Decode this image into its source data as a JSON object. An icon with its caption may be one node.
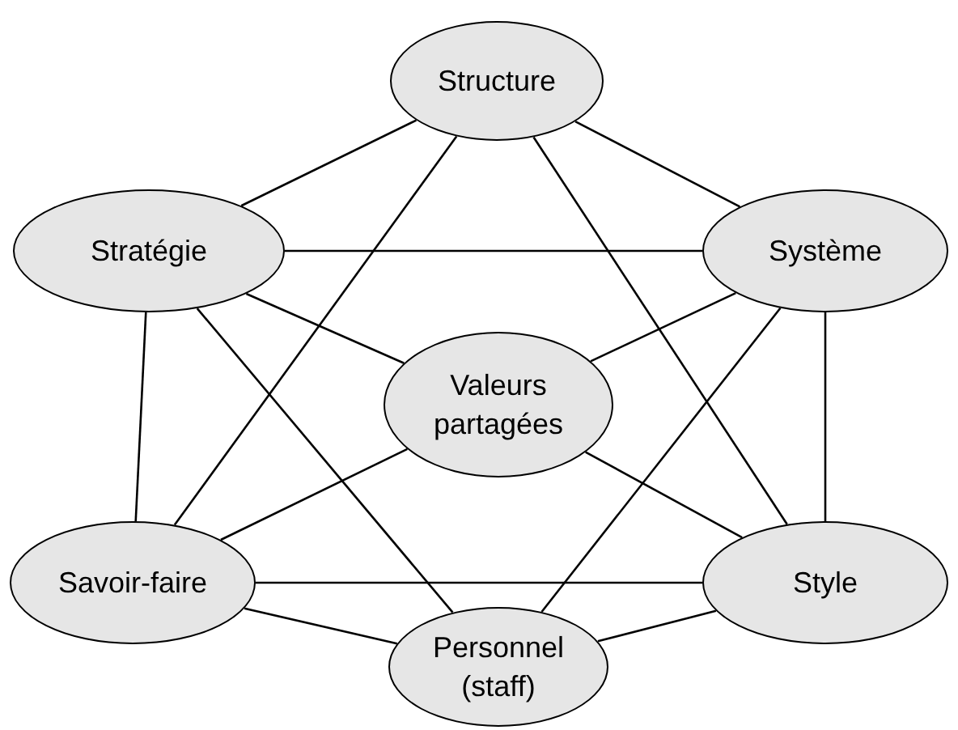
{
  "diagram": {
    "nodes": [
      {
        "text": [
          "Structure"
        ]
      },
      {
        "text": [
          "Stratégie"
        ]
      },
      {
        "text": [
          "Système"
        ]
      },
      {
        "text": [
          "Valeurs partagées"
        ]
      },
      {
        "text": [
          "Savoir-faire"
        ]
      },
      {
        "text": [
          "Style"
        ]
      },
      {
        "text": [
          "Personnel (staff)"
        ]
      }
    ],
    "edges": [
      {
        "from": 0,
        "to": 1,
        "arrow": "none"
      },
      {
        "from": 0,
        "to": 2,
        "arrow": "none"
      },
      {
        "from": 0,
        "to": 4,
        "arrow": "none"
      },
      {
        "from": 0,
        "to": 5,
        "arrow": "none"
      },
      {
        "from": 1,
        "to": 2,
        "arrow": "none"
      },
      {
        "from": 1,
        "to": 4,
        "arrow": "none"
      },
      {
        "from": 1,
        "to": 3,
        "arrow": "none"
      },
      {
        "from": 1,
        "to": 6,
        "arrow": "none"
      },
      {
        "from": 2,
        "to": 3,
        "arrow": "none"
      },
      {
        "from": 2,
        "to": 5,
        "arrow": "none"
      },
      {
        "from": 2,
        "to": 6,
        "arrow": "none"
      },
      {
        "from": 4,
        "to": 3,
        "arrow": "none"
      },
      {
        "from": 4,
        "to": 5,
        "arrow": "none"
      },
      {
        "from": 4,
        "to": 6,
        "arrow": "none"
      },
      {
        "from": 5,
        "to": 3,
        "arrow": "none"
      },
      {
        "from": 5,
        "to": 6,
        "arrow": "none"
      }
    ]
  }
}
